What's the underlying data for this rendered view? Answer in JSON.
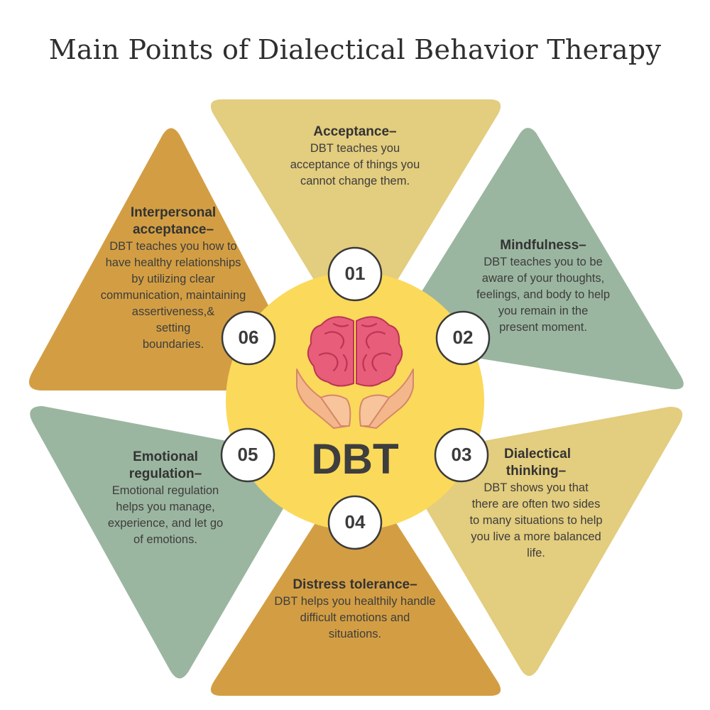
{
  "title": "Main Points of Dialectical Behavior Therapy",
  "center_label": "DBT",
  "colors": {
    "gold": "#e3cd7e",
    "sage": "#9bb6a0",
    "ochre": "#d39e43",
    "center": "#fbd95a",
    "outline": "#3a3a3a"
  },
  "segments": [
    {
      "number": "01",
      "heading": "Acceptance–",
      "body": [
        "DBT teaches you",
        "acceptance of things you",
        "cannot change them."
      ]
    },
    {
      "number": "02",
      "heading": "Mindfulness–",
      "body": [
        "DBT teaches you to be",
        "aware of your thoughts,",
        "feelings, and body to help",
        "you remain in the",
        "present moment."
      ]
    },
    {
      "number": "03",
      "heading": [
        "Dialectical",
        "thinking–"
      ],
      "body": [
        "DBT shows you that",
        "there are often two sides",
        "to many situations to help",
        "you live a more balanced",
        "life."
      ]
    },
    {
      "number": "04",
      "heading": "Distress tolerance–",
      "body": [
        "DBT helps you healthily handle",
        "difficult emotions and",
        "situations."
      ]
    },
    {
      "number": "05",
      "heading": [
        "Emotional",
        "regulation–"
      ],
      "body": [
        "Emotional regulation",
        "helps you manage,",
        "experience, and let go",
        "of emotions."
      ]
    },
    {
      "number": "06",
      "heading": [
        "Interpersonal",
        "acceptance–"
      ],
      "body": [
        "DBT teaches you how to",
        "have healthy relationships",
        "by utilizing clear",
        "communication, maintaining",
        "assertiveness,&",
        "setting",
        "boundaries."
      ]
    }
  ]
}
